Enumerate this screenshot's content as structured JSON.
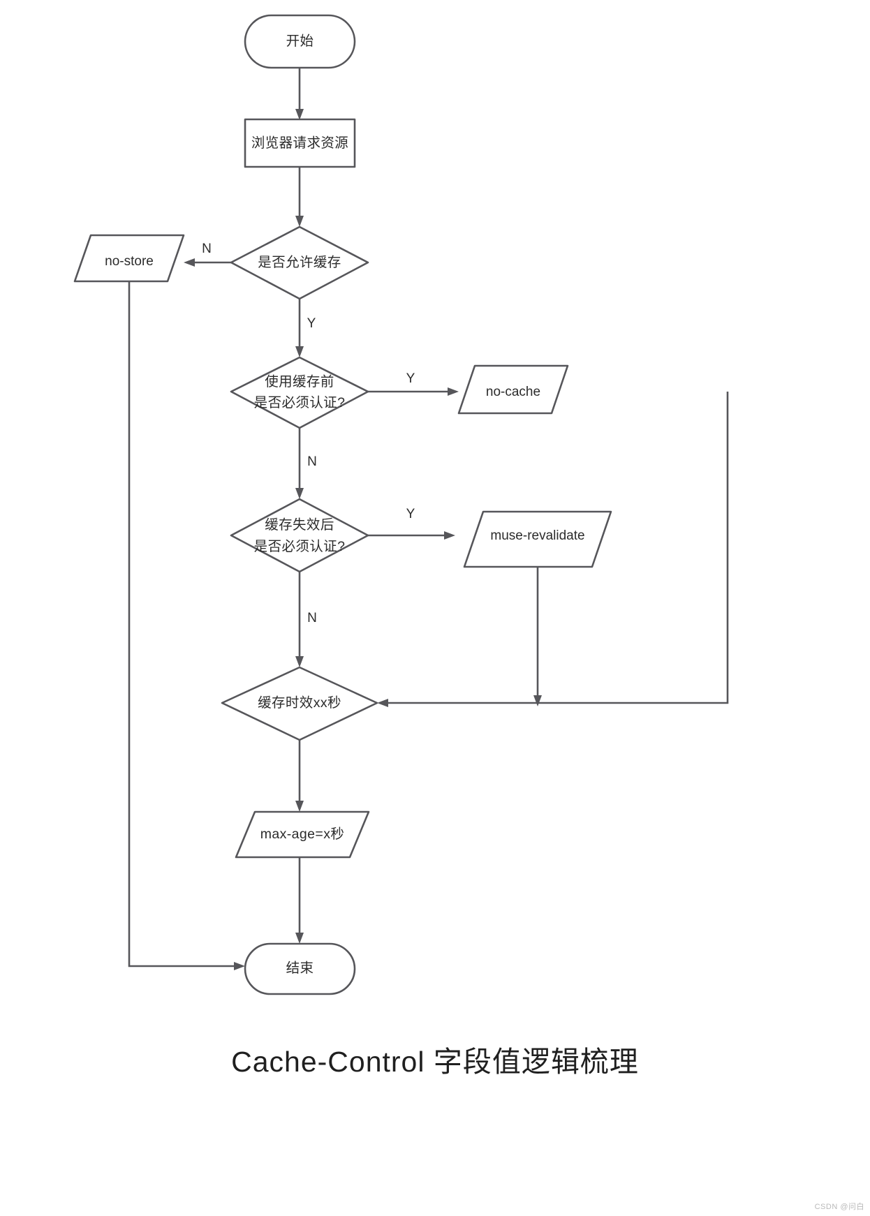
{
  "diagram": {
    "title": "Cache-Control 字段值逻辑梳理",
    "watermark": "CSDN @问白",
    "type": "flowchart",
    "stroke_color": "#56565a",
    "text_color": "#2b2b2b",
    "background": "#ffffff",
    "nodes": [
      {
        "id": "start",
        "shape": "terminator",
        "label": "开始"
      },
      {
        "id": "request",
        "shape": "process",
        "label": "浏览器请求资源"
      },
      {
        "id": "allow_cache",
        "shape": "decision",
        "label": "是否允许缓存"
      },
      {
        "id": "no_store",
        "shape": "parallelogram",
        "label": "no-store"
      },
      {
        "id": "auth_before",
        "shape": "decision",
        "label_line1": "使用缓存前",
        "label_line2": "是否必须认证?"
      },
      {
        "id": "no_cache",
        "shape": "parallelogram",
        "label": "no-cache"
      },
      {
        "id": "auth_after",
        "shape": "decision",
        "label_line1": "缓存失效后",
        "label_line2": "是否必须认证?"
      },
      {
        "id": "revalidate",
        "shape": "parallelogram",
        "label": "muse-revalidate"
      },
      {
        "id": "cache_ttl",
        "shape": "decision",
        "label": "缓存时效xx秒"
      },
      {
        "id": "max_age",
        "shape": "parallelogram",
        "label": "max-age=x秒"
      },
      {
        "id": "end",
        "shape": "terminator",
        "label": "结束"
      }
    ],
    "edges": [
      {
        "from": "start",
        "to": "request",
        "label": ""
      },
      {
        "from": "request",
        "to": "allow_cache",
        "label": ""
      },
      {
        "from": "allow_cache",
        "to": "no_store",
        "label": "N"
      },
      {
        "from": "allow_cache",
        "to": "auth_before",
        "label": "Y"
      },
      {
        "from": "auth_before",
        "to": "no_cache",
        "label": "Y"
      },
      {
        "from": "auth_before",
        "to": "auth_after",
        "label": "N"
      },
      {
        "from": "auth_after",
        "to": "revalidate",
        "label": "Y"
      },
      {
        "from": "auth_after",
        "to": "cache_ttl",
        "label": "N"
      },
      {
        "from": "no_cache",
        "to": "cache_ttl",
        "label": ""
      },
      {
        "from": "revalidate",
        "to": "cache_ttl",
        "label": ""
      },
      {
        "from": "cache_ttl",
        "to": "max_age",
        "label": ""
      },
      {
        "from": "max_age",
        "to": "end",
        "label": ""
      },
      {
        "from": "no_store",
        "to": "end",
        "label": ""
      }
    ],
    "edge_labels": {
      "allow_cache_n": "N",
      "allow_cache_y": "Y",
      "auth_before_y": "Y",
      "auth_before_n": "N",
      "auth_after_y": "Y",
      "auth_after_n": "N"
    }
  }
}
